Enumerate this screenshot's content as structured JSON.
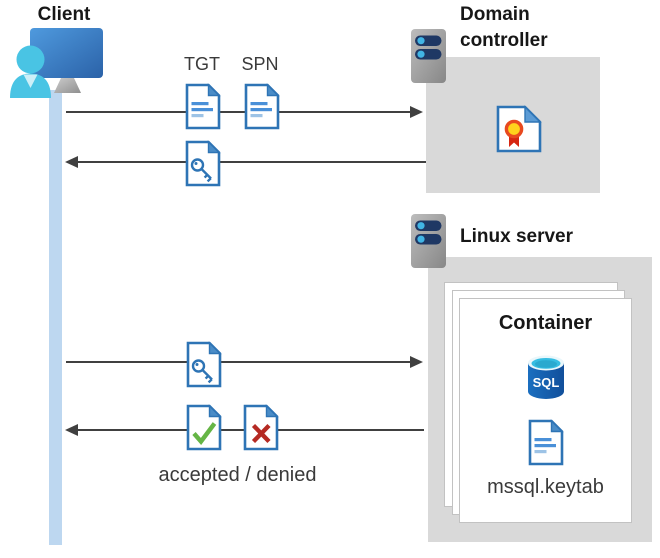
{
  "diagram": {
    "client": {
      "label": "Client"
    },
    "domain_controller": {
      "label": "Domain controller"
    },
    "linux_server": {
      "label": "Linux server"
    },
    "container": {
      "label": "Container",
      "sql_badge": "SQL",
      "keytab_label": "mssql.keytab"
    },
    "tickets": {
      "tgt": "TGT",
      "spn": "SPN"
    },
    "response": {
      "accepted_denied": "accepted / denied"
    },
    "colors": {
      "doc_blue": "#2e74b5",
      "doc_fold_blue": "#4a8cc7",
      "line_blue": "#4a90d8",
      "line_light_blue": "#9dc3e6",
      "accept_green": "#65b545",
      "deny_red": "#b52a23",
      "box_gray": "#d9d9d9",
      "lifeline_blue": "#bdd7f0",
      "arrow_gray": "#404040",
      "sql_blue": "#1464b8",
      "sql_cyan": "#35bde2",
      "server_navy": "#1f3864",
      "server_dot_blue": "#41b5e5",
      "monitor_blue": "#3c7dc4",
      "person_cyan": "#49c4e4",
      "cert_yellow": "#ffd21c",
      "cert_ring_orange": "#e8491f",
      "cert_ribbon_red": "#d62612"
    }
  }
}
